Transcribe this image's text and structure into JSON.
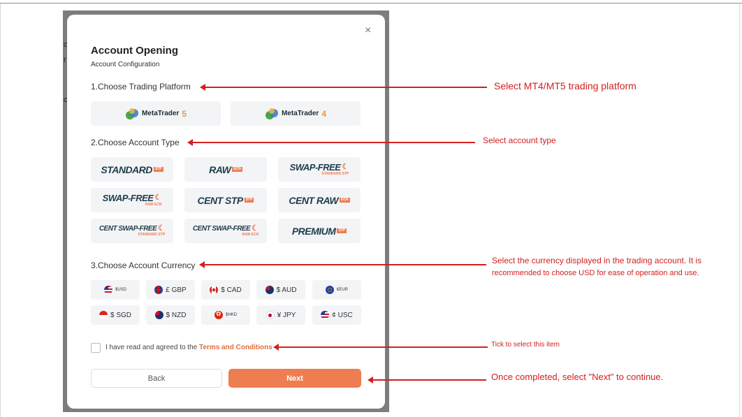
{
  "modal": {
    "close_icon": "×",
    "title": "Account Opening",
    "subtitle": "Account Configuration",
    "section1": "1.Choose Trading Platform",
    "section2": "2.Choose Account Type",
    "section3": "3.Choose Account Currency",
    "platforms": [
      {
        "icon": "metatrader-5-logo",
        "name": "MetaTrader",
        "version": "5"
      },
      {
        "icon": "metatrader-4-logo",
        "name": "MetaTrader",
        "version": "4"
      }
    ],
    "account_types": [
      {
        "text": "STANDARD",
        "badge": "STP",
        "sub": ""
      },
      {
        "text": "RAW",
        "badge": "ECN",
        "sub": ""
      },
      {
        "text": "SWAP-FREE",
        "badge": "",
        "sub": "STANDARD STP"
      },
      {
        "text": "SWAP-FREE",
        "badge": "",
        "sub": "RAW ECN"
      },
      {
        "text": "CENT STP",
        "badge": "STP",
        "sub": ""
      },
      {
        "text": "CENT RAW",
        "badge": "ECN",
        "sub": ""
      },
      {
        "text": "CENT SWAP-FREE",
        "badge": "",
        "sub": "STANDARD STP"
      },
      {
        "text": "CENT SWAP-FREE",
        "badge": "",
        "sub": "RAW ECN"
      },
      {
        "text": "PREMIUM",
        "badge": "STP",
        "sub": ""
      }
    ],
    "currencies": [
      {
        "flag": "us-flag-icon",
        "label": "$USD"
      },
      {
        "flag": "uk-flag-icon",
        "label": "£ GBP"
      },
      {
        "flag": "canada-flag-icon",
        "label": "$ CAD"
      },
      {
        "flag": "australia-flag-icon",
        "label": "$ AUD"
      },
      {
        "flag": "eu-flag-icon",
        "label": "€EUR"
      },
      {
        "flag": "singapore-flag-icon",
        "label": "$ SGD"
      },
      {
        "flag": "new-zealand-flag-icon",
        "label": "$ NZD"
      },
      {
        "flag": "hong-kong-flag-icon",
        "label": "$HKD"
      },
      {
        "flag": "japan-flag-icon",
        "label": "¥ JPY"
      },
      {
        "flag": "us-flag-icon",
        "label": "¢ USC"
      }
    ],
    "agree_text": "I have read and agreed to the ",
    "terms_link": "Terms and Conditions",
    "back_label": "Back",
    "next_label": "Next"
  },
  "annotations": {
    "platform": "Select MT4/MT5 trading platform",
    "account_type": "Select account type",
    "currency_line1": "Select the currency displayed in the trading account. It is",
    "currency_line2": "recommended to choose USD for ease of operation and use.",
    "tick": "Tick to select this item",
    "next": "Once completed, select \"Next\" to continue."
  },
  "colors": {
    "accent": "#ef7d52",
    "annotation": "#d32020",
    "brand_dark": "#1e3d4c"
  }
}
